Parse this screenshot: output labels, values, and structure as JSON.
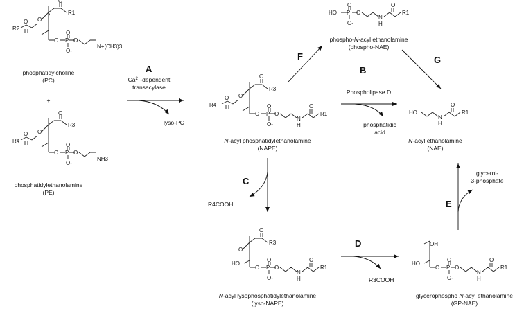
{
  "compounds": {
    "pc": {
      "name": "phosphatidylcholine",
      "abbr": "(PC)"
    },
    "pe": {
      "name": "phosphatidylethanolamine",
      "abbr": "(PE)"
    },
    "nape": {
      "name_italic": "N",
      "name_rest": "-acyl phosphatidylethanolamine",
      "abbr": "(NAPE)"
    },
    "phospho_nae": {
      "name_pre": "phospho-",
      "name_italic": "N",
      "name_rest": "-acyl ethanolamine",
      "abbr": "(phospho-NAE)"
    },
    "nae": {
      "name_italic": "N",
      "name_rest": "-acyl ethanolamine",
      "abbr": "(NAE)"
    },
    "lyso_nape": {
      "name_italic": "N",
      "name_rest": "-acyl lysophosphatidylethanolamine",
      "abbr": "(lyso-NAPE)"
    },
    "gp_nae": {
      "name_pre": "glycerophospho ",
      "name_italic": "N",
      "name_rest": "-acyl ethanolamine",
      "abbr": "(GP-NAE)"
    }
  },
  "plus_sign": "+",
  "steps": {
    "a": "A",
    "b": "B",
    "c": "C",
    "d": "D",
    "e": "E",
    "f": "F",
    "g": "G"
  },
  "reagents": {
    "a_enzyme_line1_pre": "Ca",
    "a_enzyme_line1_sup": "2+",
    "a_enzyme_line1_post": "-dependent",
    "a_enzyme_line2": "transacylase",
    "a_byproduct": "lyso-PC",
    "b_enzyme": "Phospholipase D",
    "b_byproduct_line1": "phosphatidic",
    "b_byproduct_line2": "acid",
    "c_byproduct": "R4COOH",
    "d_byproduct": "R3COOH",
    "e_byproduct_line1": "glycerol-",
    "e_byproduct_line2": "3-phosphate"
  },
  "atoms": {
    "O": "O",
    "P": "P",
    "HO": "HO",
    "OH": "OH",
    "H": "H",
    "N": "N",
    "O_minus": "O-",
    "R1": "R1",
    "R2": "R2",
    "R3": "R3",
    "R4": "R4",
    "trimethylammonium": "N+(CH3)3",
    "ammonium": "NH3+"
  }
}
